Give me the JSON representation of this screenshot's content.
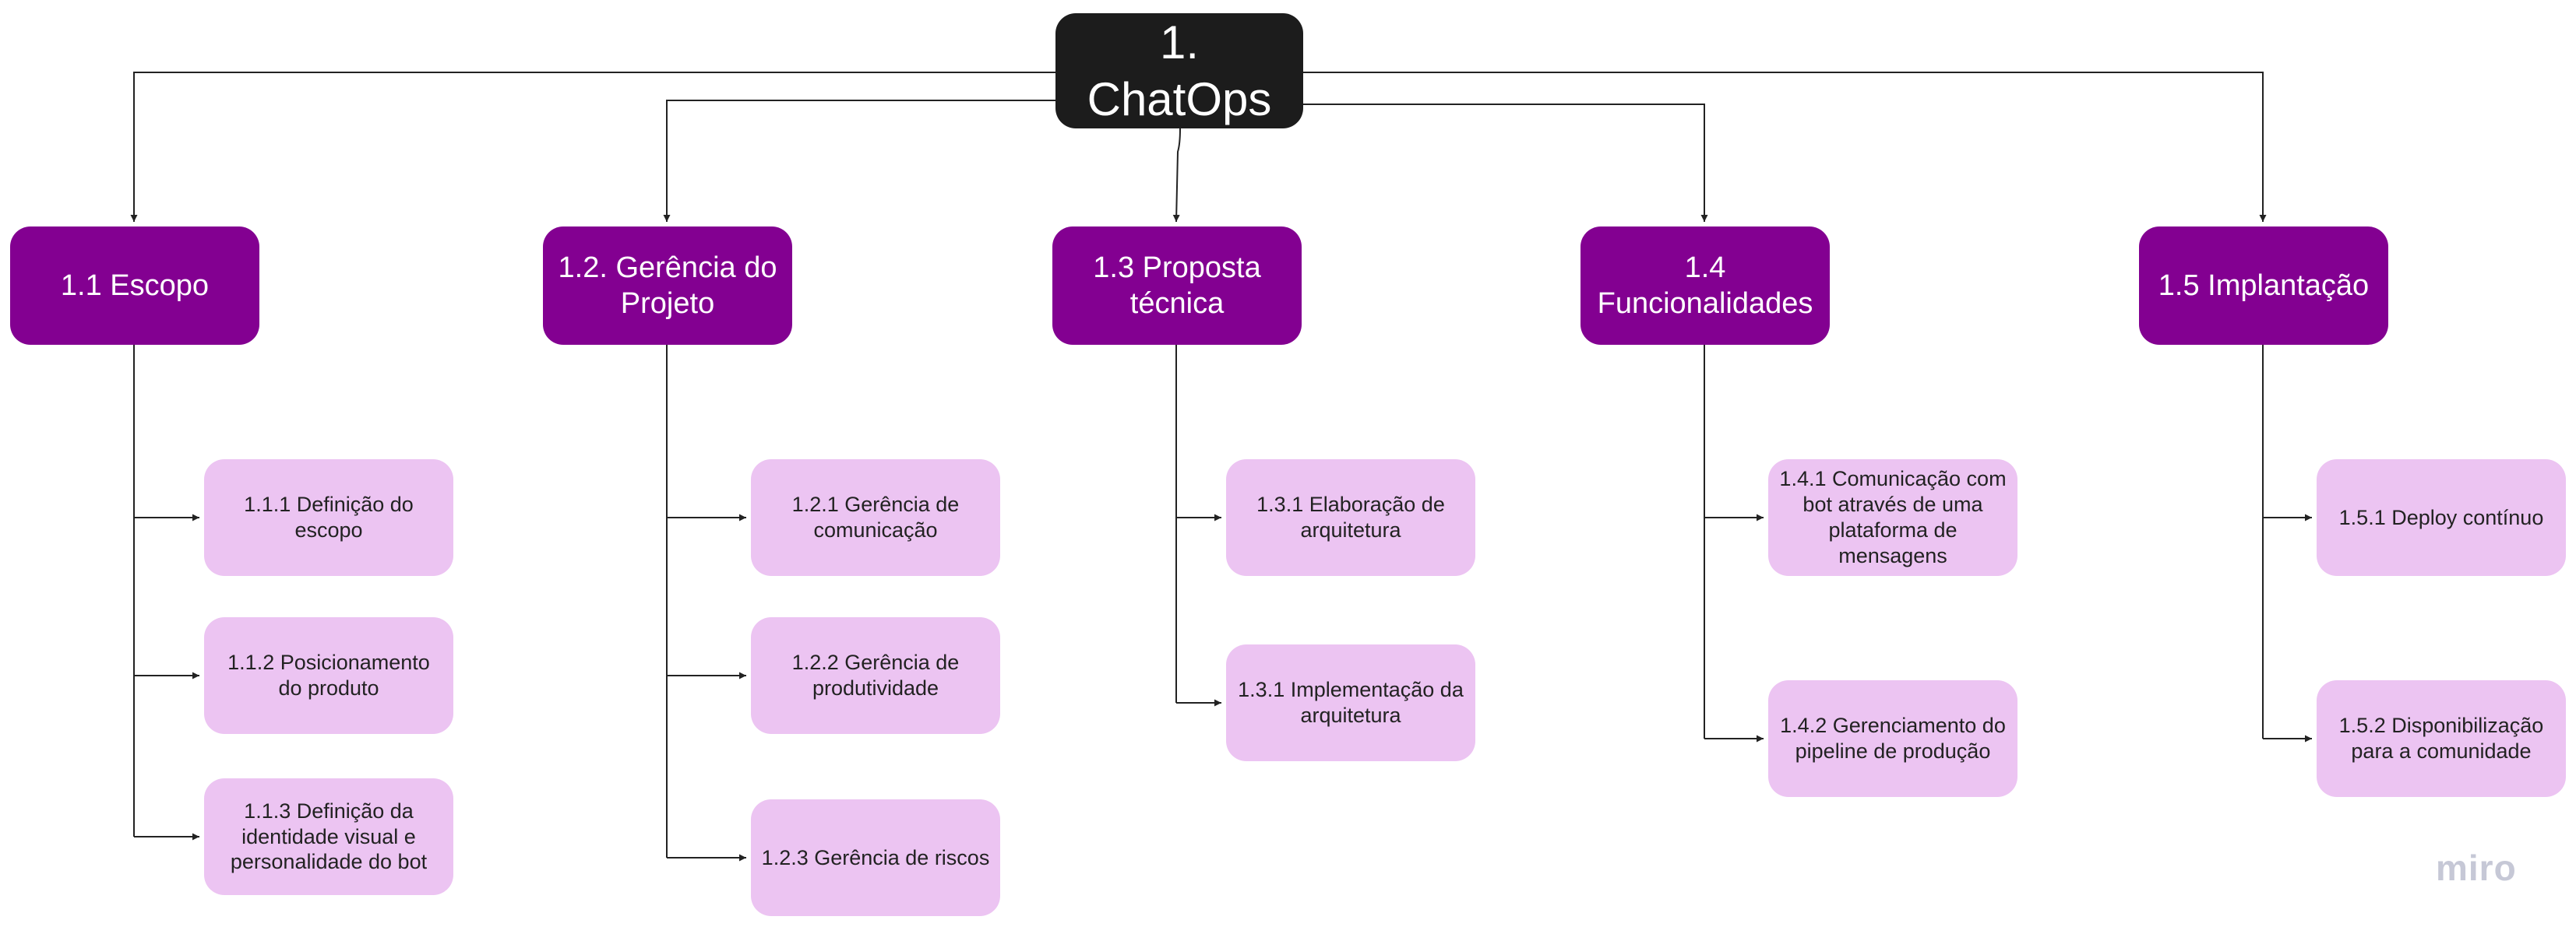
{
  "root": {
    "label": "1. ChatOps"
  },
  "branches": [
    {
      "label": "1.1 Escopo",
      "children": [
        "1.1.1 Definição do escopo",
        "1.1.2 Posicionamento do produto",
        "1.1.3 Definição da identidade visual e personalidade do bot"
      ]
    },
    {
      "label": "1.2. Gerência do Projeto",
      "children": [
        "1.2.1 Gerência de comunicação",
        "1.2.2 Gerência de produtividade",
        "1.2.3 Gerência de riscos"
      ]
    },
    {
      "label": "1.3 Proposta técnica",
      "children": [
        "1.3.1 Elaboração de arquitetura",
        "1.3.1 Implementação da arquitetura"
      ]
    },
    {
      "label": "1.4 Funcionalidades",
      "children": [
        "1.4.1 Comunicação com bot através de uma plataforma de mensagens",
        "1.4.2 Gerenciamento do pipeline de produção"
      ]
    },
    {
      "label": "1.5 Implantação",
      "children": [
        "1.5.1 Deploy contínuo",
        "1.5.2 Disponibilização para a comunidade"
      ]
    }
  ],
  "watermark": "miro",
  "colors": {
    "root": "#1c1c1c",
    "branch": "#830091",
    "leaf": "#ecc4f2",
    "connector": "#222222"
  }
}
